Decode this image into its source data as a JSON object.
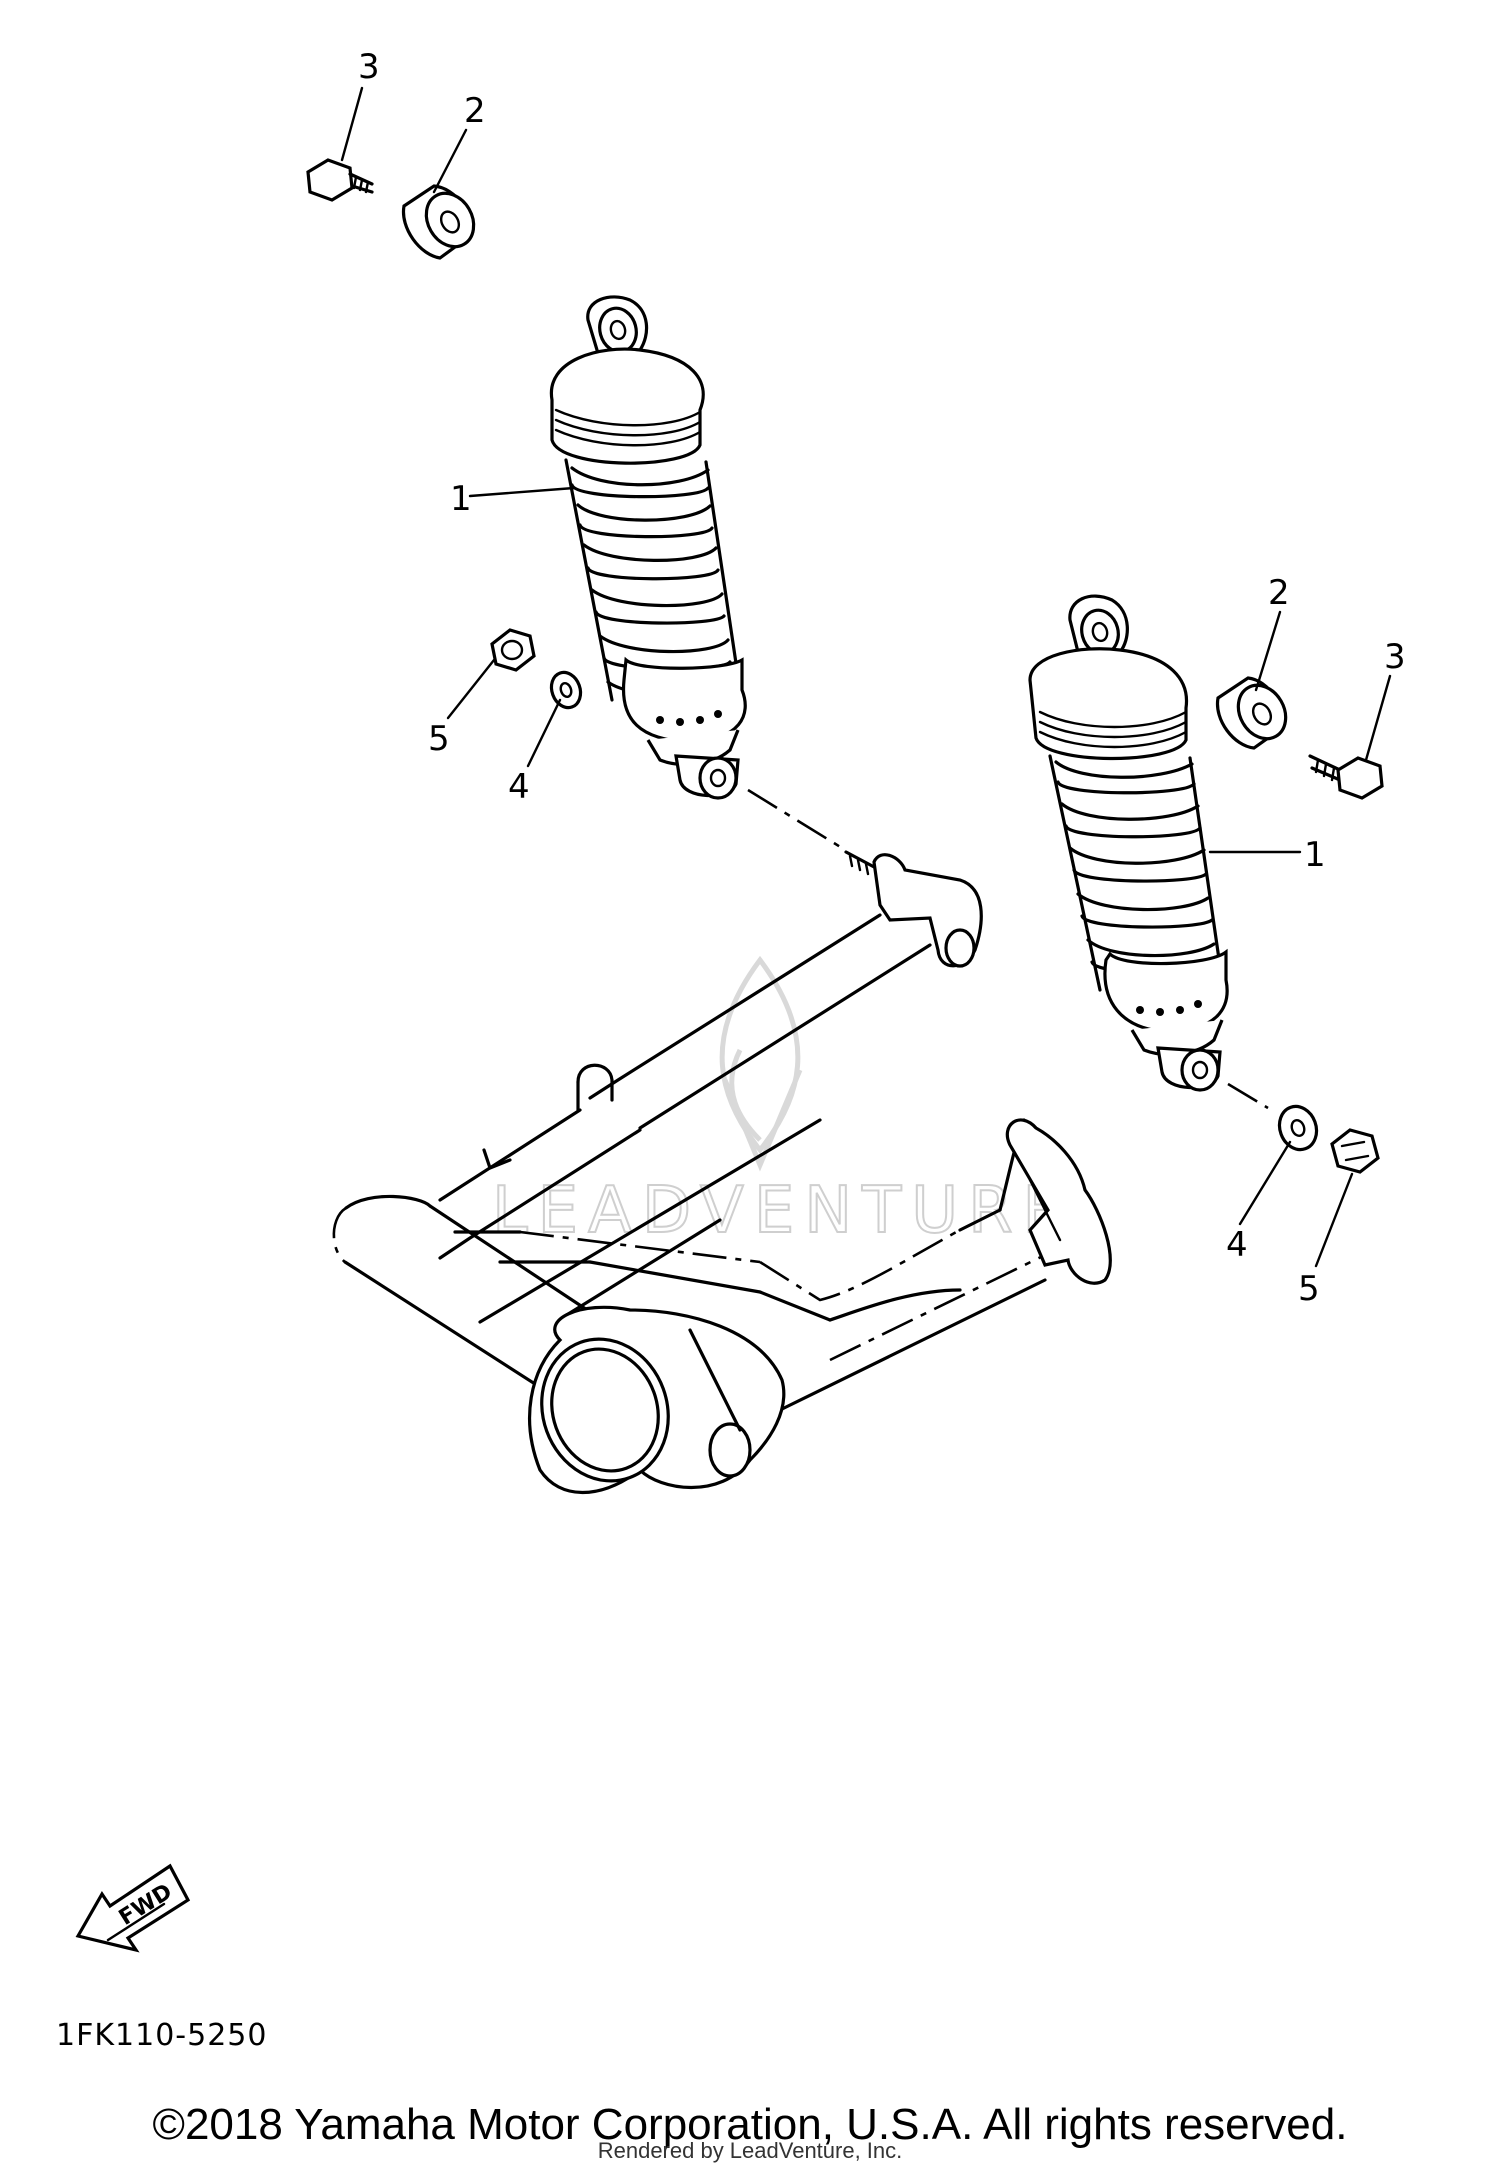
{
  "diagram": {
    "callouts": {
      "c1": "1",
      "c2": "2",
      "c3": "3",
      "c4": "4",
      "c5": "5",
      "c6": "1",
      "c7": "2",
      "c8": "3",
      "c9": "4",
      "c10": "5"
    },
    "fwd_label": "FWD",
    "watermark_text": "LEADVENTURE"
  },
  "ref_code": "1FK110-5250",
  "copyright": "©2018 Yamaha Motor Corporation, U.S.A. All rights reserved.",
  "rendered_by": "Rendered by LeadVenture, Inc."
}
